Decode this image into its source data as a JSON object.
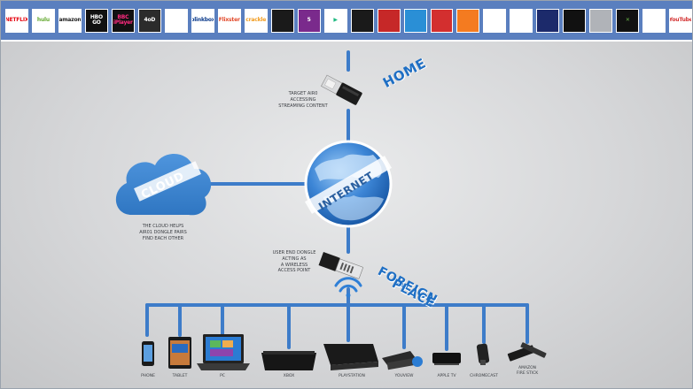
{
  "services": [
    {
      "name": "netflix-logo",
      "text": "NETFLIX",
      "bg": "#ffffff",
      "fg": "#e50914"
    },
    {
      "name": "hulu-logo",
      "text": "hulu",
      "bg": "#ffffff",
      "fg": "#66aa33"
    },
    {
      "name": "amazon-logo",
      "text": "amazon",
      "bg": "#ffffff",
      "fg": "#222222"
    },
    {
      "name": "hbo-go-logo",
      "text": "HBO GO",
      "bg": "#111111",
      "fg": "#ffffff"
    },
    {
      "name": "bbc-iplayer-logo",
      "text": "BBC iPlayer",
      "bg": "#111111",
      "fg": "#ff2a7f"
    },
    {
      "name": "4od-logo",
      "text": "4oD",
      "bg": "#2b2b2b",
      "fg": "#ffffff"
    },
    {
      "name": "cloud-service-logo",
      "text": "",
      "bg": "#ffffff",
      "fg": "#1e88e5"
    },
    {
      "name": "blinkbox-logo",
      "text": "blinkbox",
      "bg": "#ffffff",
      "fg": "#0d3c8c"
    },
    {
      "name": "flixster-logo",
      "text": "Flixster",
      "bg": "#ffffff",
      "fg": "#e24a2b"
    },
    {
      "name": "crackle-logo",
      "text": "crackle",
      "bg": "#ffffff",
      "fg": "#f29c1f"
    },
    {
      "name": "dark-service-logo",
      "text": "",
      "bg": "#1a1a1a",
      "fg": "#ffffff"
    },
    {
      "name": "channel5-logo",
      "text": "5",
      "bg": "#7a2a8c",
      "fg": "#ffffff"
    },
    {
      "name": "google-play-logo",
      "text": "▶",
      "bg": "#ffffff",
      "fg": "#1eb980"
    },
    {
      "name": "black-service-logo",
      "text": "",
      "bg": "#1a1a1a",
      "fg": "#cccccc"
    },
    {
      "name": "red-service-logo",
      "text": "",
      "bg": "#c62828",
      "fg": "#ffffff"
    },
    {
      "name": "blue-circle-logo",
      "text": "",
      "bg": "#2a8fd6",
      "fg": "#ffffff"
    },
    {
      "name": "red-badge-logo",
      "text": "",
      "bg": "#d32f2f",
      "fg": "#ffffff"
    },
    {
      "name": "orange-service-logo",
      "text": "",
      "bg": "#f47b20",
      "fg": "#ffffff"
    },
    {
      "name": "blue-text-logo",
      "text": "",
      "bg": "#ffffff",
      "fg": "#1565c0"
    },
    {
      "name": "white-service-logo",
      "text": "",
      "bg": "#ffffff",
      "fg": "#c62828"
    },
    {
      "name": "playstation-logo",
      "text": "",
      "bg": "#1c2a6b",
      "fg": "#ffffff"
    },
    {
      "name": "dark-arrow-logo",
      "text": "",
      "bg": "#111111",
      "fg": "#ffffff"
    },
    {
      "name": "gray-service-logo",
      "text": "",
      "bg": "#b0b3b8",
      "fg": "#c62828"
    },
    {
      "name": "xbox-logo",
      "text": "✕",
      "bg": "#111111",
      "fg": "#67b346"
    },
    {
      "name": "red-white-logo",
      "text": "",
      "bg": "#ffffff",
      "fg": "#c62828"
    },
    {
      "name": "youtube-logo",
      "text": "YouTube",
      "bg": "#ffffff",
      "fg": "#d32f2f"
    }
  ],
  "labels": {
    "home_title": "HOME",
    "home_desc": "TARGET AIR0\nACCESSING\nSTREAMING CONTENT",
    "cloud_title": "CLOUD",
    "cloud_desc": "THE CLOUD HELPS\nAIR01 DONGLE PAIRS\nFIND EACH OTHER",
    "internet_title": "INTERNET",
    "foreign_title_1": "FOREIGN",
    "foreign_title_2": "PLACE",
    "foreign_desc": "USER END DONGLE\nACTING AS\nA WIRELESS\nACCESS POINT"
  },
  "devices": [
    {
      "name": "phone",
      "label": "PHONE"
    },
    {
      "name": "tablet",
      "label": "TABLET"
    },
    {
      "name": "pc",
      "label": "PC"
    },
    {
      "name": "xbox",
      "label": "XBOX"
    },
    {
      "name": "playstation",
      "label": "PLAYSTATION"
    },
    {
      "name": "youview",
      "label": "YOUVIEW"
    },
    {
      "name": "apple-tv",
      "label": "APPLE TV"
    },
    {
      "name": "chromecast",
      "label": "CHROMECAST"
    },
    {
      "name": "amazon-fire-stick",
      "label": "AMAZON\nFIRE STICK"
    }
  ],
  "colors": {
    "accent": "#1f6fc4",
    "line": "#3d7cc9",
    "logo_bar": "#5a7fbf"
  }
}
